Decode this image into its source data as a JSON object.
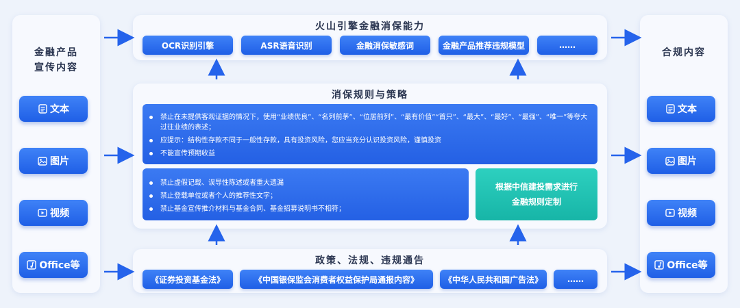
{
  "left_panel": {
    "title": "金融产品\n宣传内容",
    "items": [
      {
        "label": "文本",
        "icon": "document-icon"
      },
      {
        "label": "图片",
        "icon": "image-icon"
      },
      {
        "label": "视频",
        "icon": "video-icon"
      },
      {
        "label": "Office等",
        "icon": "music-file-icon"
      }
    ]
  },
  "right_panel": {
    "title": "合规内容",
    "items": [
      {
        "label": "文本",
        "icon": "document-icon"
      },
      {
        "label": "图片",
        "icon": "image-icon"
      },
      {
        "label": "视频",
        "icon": "video-icon"
      },
      {
        "label": "Office等",
        "icon": "music-file-icon"
      }
    ]
  },
  "engine": {
    "title": "火山引擎金融消保能力",
    "chips": [
      "OCR识别引擎",
      "ASR语音识别",
      "金融消保敏感词",
      "金融产品推荐违规模型",
      "……"
    ]
  },
  "rules": {
    "title": "消保规则与策略",
    "group1": [
      "禁止在未提供客观证据的情况下，使用“业绩优良”、“名列前茅”、“位居前列”、“最有价值”“首只”、“最大”、“最好”、“最强”、“唯一”等夸大过往业绩的表述；",
      "应提示：结构性存款不同于一般性存款，具有投资风险，您应当充分认识投资风险，谨慎投资",
      "不能宣传预期收益"
    ],
    "group2": [
      "禁止虚假记载、误导性陈述或者重大遗漏",
      "禁止登载单位或者个人的推荐性文字；",
      "禁止基金宣传推介材料与基金合同、基金招募说明书不相符；"
    ],
    "custom": [
      "根据中信建投需求进行",
      "金融规则定制"
    ]
  },
  "policy": {
    "title": "政策、法规、违规通告",
    "chips": [
      "《证券投资基金法》",
      "《中国银保监会消费者权益保护局通报内容》",
      "《中华人民共和国广告法》",
      "……"
    ]
  },
  "colors": {
    "accent": "#2563eb",
    "teal": "#1fc1b0",
    "arrow": "#2563eb"
  }
}
